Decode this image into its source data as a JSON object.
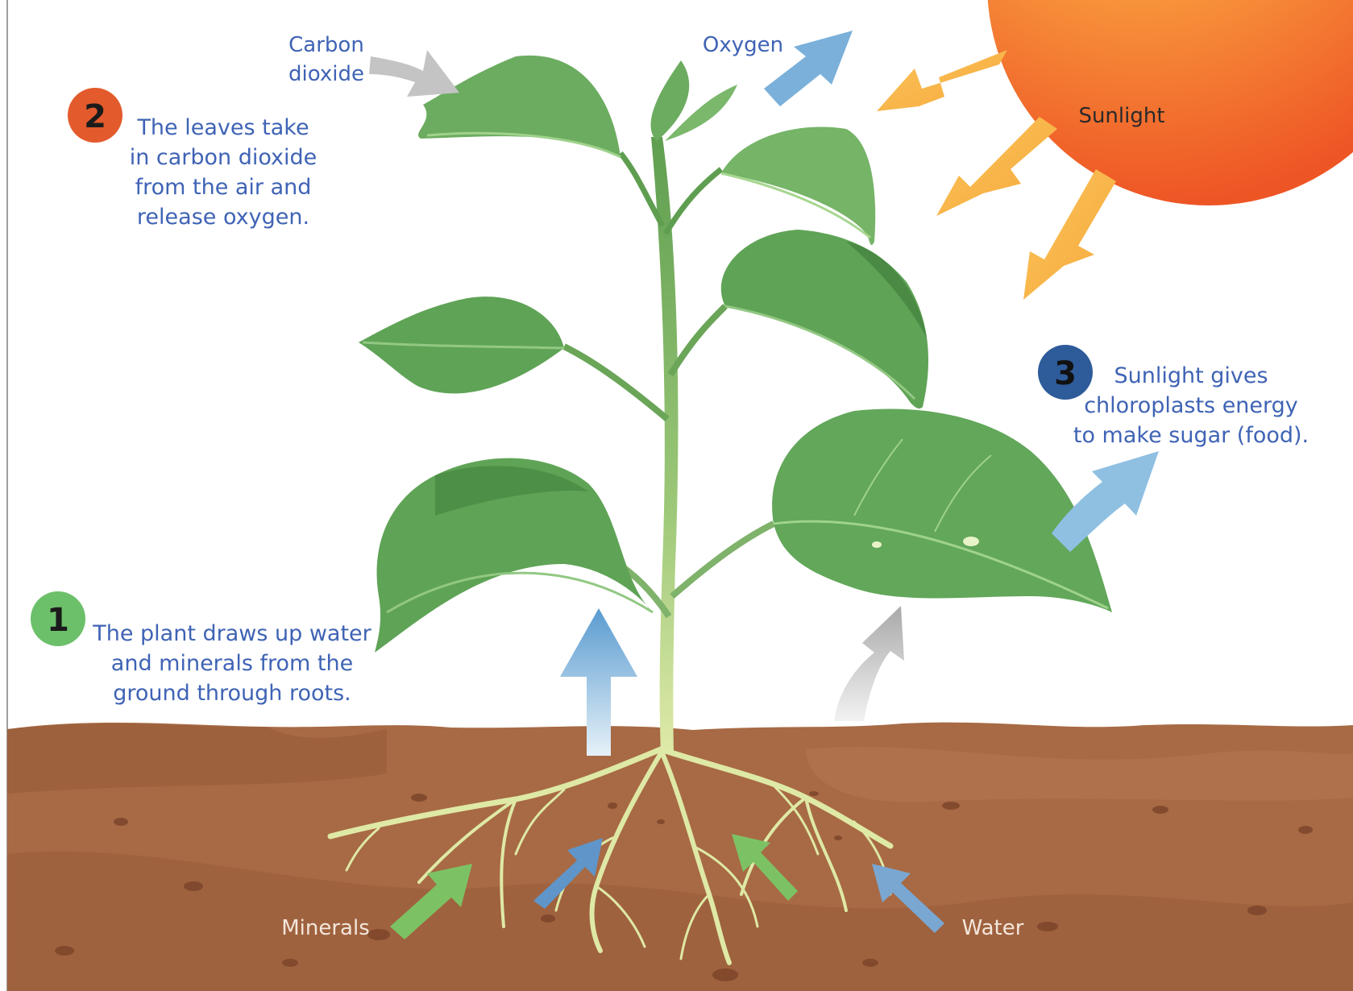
{
  "colors": {
    "text_blue": "#3f63b5",
    "badge_green": "#6cc06a",
    "badge_orange": "#e35b2c",
    "badge_blue": "#2e5b9a",
    "soil": "#a86b45",
    "soil_dark": "#8f5636",
    "leaf": "#5fa35a",
    "leaf_dark": "#3f7e3d",
    "root": "#dfe9a6",
    "sun_inner": "#ffd66b",
    "sun_outer": "#f05a28",
    "sun_ray": "#f8b84a",
    "arrow_blue": "#6ea7d6",
    "arrow_green": "#7cc264",
    "arrow_gray": "#bdbdbd"
  },
  "steps": [
    {
      "number": "1",
      "lines": [
        "The plant draws up water",
        "and minerals from the",
        "ground through roots."
      ]
    },
    {
      "number": "2",
      "lines": [
        "The leaves take",
        "in carbon dioxide",
        "from the air and",
        "release oxygen."
      ]
    },
    {
      "number": "3",
      "lines": [
        "Sunlight gives",
        "chloroplasts energy",
        "to make sugar (food)."
      ]
    }
  ],
  "labels": {
    "carbon_dioxide": [
      "Carbon",
      "dioxide"
    ],
    "oxygen": "Oxygen",
    "sunlight": "Sunlight",
    "minerals": "Minerals",
    "water": "Water"
  }
}
